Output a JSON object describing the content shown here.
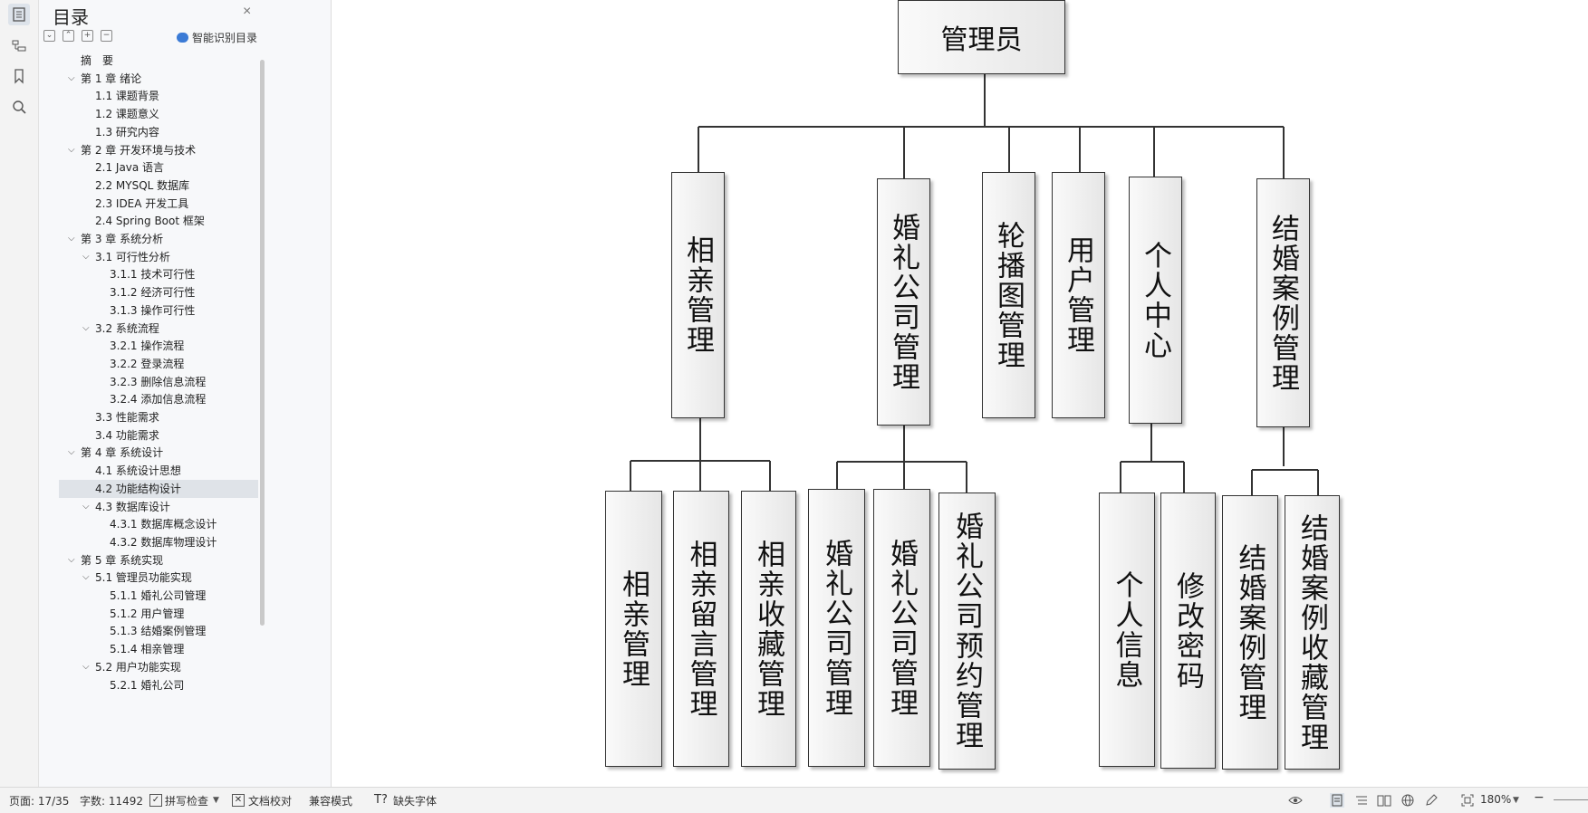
{
  "toc": {
    "title": "目录",
    "close": "×",
    "smart_label": "智能识别目录",
    "tools": [
      "⌄",
      "⌃",
      "+",
      "−"
    ],
    "items": [
      {
        "label": "摘　要",
        "level": 0,
        "chev": ""
      },
      {
        "label": "第 1 章  绪论",
        "level": 0,
        "chev": "v"
      },
      {
        "label": "1.1  课题背景",
        "level": 1,
        "chev": ""
      },
      {
        "label": "1.2  课题意义",
        "level": 1,
        "chev": ""
      },
      {
        "label": "1.3  研究内容",
        "level": 1,
        "chev": ""
      },
      {
        "label": "第 2 章  开发环境与技术",
        "level": 0,
        "chev": "v"
      },
      {
        "label": "2.1 Java 语言",
        "level": 1,
        "chev": ""
      },
      {
        "label": "2.2 MYSQL 数据库",
        "level": 1,
        "chev": ""
      },
      {
        "label": "2.3 IDEA 开发工具",
        "level": 1,
        "chev": ""
      },
      {
        "label": "2.4 Spring Boot 框架",
        "level": 1,
        "chev": ""
      },
      {
        "label": "第 3 章  系统分析",
        "level": 0,
        "chev": "v"
      },
      {
        "label": "3.1  可行性分析",
        "level": 1,
        "chev": "v"
      },
      {
        "label": "3.1.1  技术可行性",
        "level": 2,
        "chev": ""
      },
      {
        "label": "3.1.2  经济可行性",
        "level": 2,
        "chev": ""
      },
      {
        "label": "3.1.3  操作可行性",
        "level": 2,
        "chev": ""
      },
      {
        "label": "3.2  系统流程",
        "level": 1,
        "chev": "v"
      },
      {
        "label": "3.2.1  操作流程",
        "level": 2,
        "chev": ""
      },
      {
        "label": "3.2.2  登录流程",
        "level": 2,
        "chev": ""
      },
      {
        "label": "3.2.3  删除信息流程",
        "level": 2,
        "chev": ""
      },
      {
        "label": "3.2.4  添加信息流程",
        "level": 2,
        "chev": ""
      },
      {
        "label": "3.3  性能需求",
        "level": 1,
        "chev": ""
      },
      {
        "label": "3.4  功能需求",
        "level": 1,
        "chev": ""
      },
      {
        "label": "第 4 章  系统设计",
        "level": 0,
        "chev": "v"
      },
      {
        "label": "4.1  系统设计思想",
        "level": 1,
        "chev": ""
      },
      {
        "label": "4.2  功能结构设计",
        "level": 1,
        "chev": "",
        "selected": true
      },
      {
        "label": "4.3  数据库设计",
        "level": 1,
        "chev": "v"
      },
      {
        "label": "4.3.1  数据库概念设计",
        "level": 2,
        "chev": ""
      },
      {
        "label": "4.3.2  数据库物理设计",
        "level": 2,
        "chev": ""
      },
      {
        "label": "第 5 章  系统实现",
        "level": 0,
        "chev": "v"
      },
      {
        "label": "5.1  管理员功能实现",
        "level": 1,
        "chev": "v"
      },
      {
        "label": "5.1.1  婚礼公司管理",
        "level": 2,
        "chev": ""
      },
      {
        "label": "5.1.2  用户管理",
        "level": 2,
        "chev": ""
      },
      {
        "label": "5.1.3  结婚案例管理",
        "level": 2,
        "chev": ""
      },
      {
        "label": "5.1.4  相亲管理",
        "level": 2,
        "chev": ""
      },
      {
        "label": "5.2  用户功能实现",
        "level": 1,
        "chev": "v"
      },
      {
        "label": "5.2.1  婚礼公司",
        "level": 2,
        "chev": ""
      }
    ]
  },
  "diagram": {
    "root": "管理员",
    "level1": [
      "相亲管理",
      "婚礼公司管理",
      "轮播图管理",
      "用户管理",
      "个人中心",
      "结婚案例管理"
    ],
    "level2": [
      "相亲管理",
      "相亲留言管理",
      "相亲收藏管理",
      "婚礼公司管理",
      "婚礼公司管理",
      "婚礼公司预约管理",
      "个人信息",
      "修改密码",
      "结婚案例管理",
      "结婚案例收藏管理"
    ]
  },
  "status": {
    "page": "页面: 17/35",
    "words": "字数: 11492",
    "spell": "拼写检查",
    "proof": "文档校对",
    "compat": "兼容模式",
    "missing_font": "缺失字体",
    "zoom": "180%"
  }
}
